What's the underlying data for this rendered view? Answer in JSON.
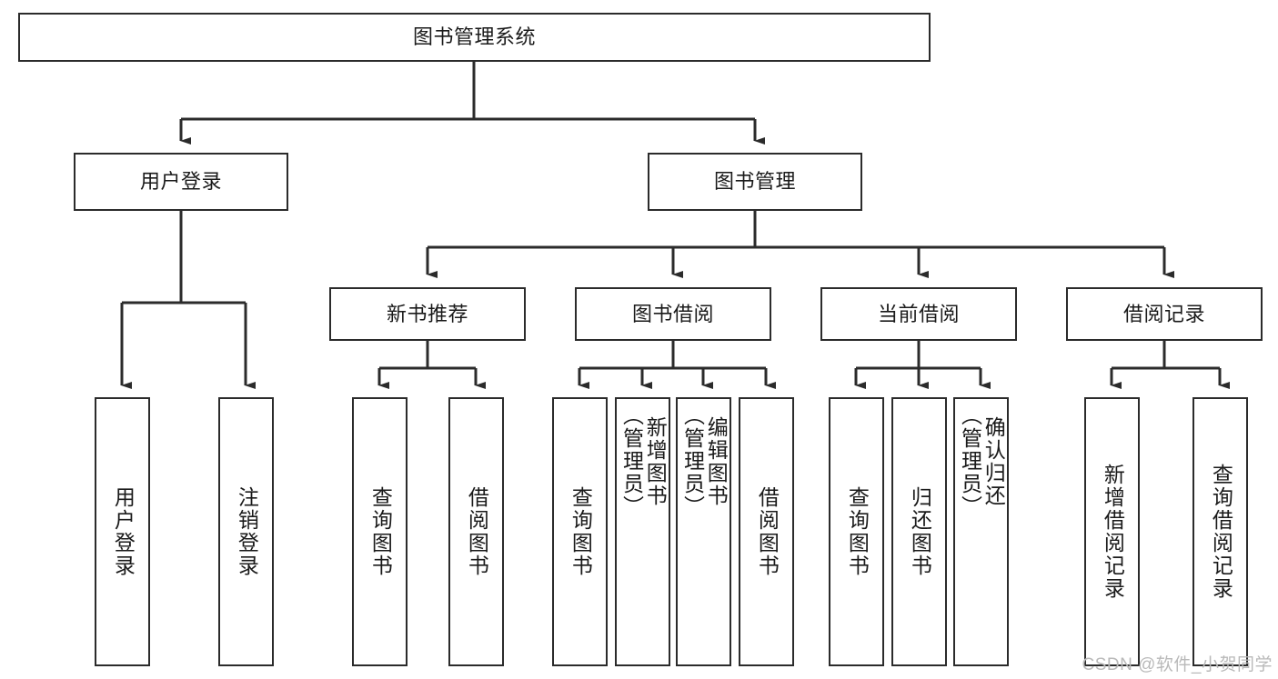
{
  "diagram": {
    "type": "tree-hierarchy-diagram",
    "title": "图书管理系统",
    "watermark": "CSDN @软件_小贺同学",
    "colors": {
      "box_border": "#2b2b2b",
      "box_fill": "#ffffff",
      "connector": "#2b2b2b",
      "text": "#1a1a1a",
      "watermark": "#b9b9b9",
      "background": "#ffffff"
    },
    "levels": {
      "root": [
        "图书管理系统"
      ],
      "level2": [
        "用户登录",
        "图书管理"
      ],
      "level3": [
        "新书推荐",
        "图书借阅",
        "当前借阅",
        "借阅记录"
      ],
      "leaves": [
        "用户登录",
        "注销登录",
        "查询图书",
        "借阅图书",
        "查询图书",
        "新增图书（管理员）",
        "编辑图书（管理员）",
        "借阅图书",
        "查询图书",
        "归还图书",
        "确认归还（管理员）",
        "新增借阅记录",
        "查询借阅记录"
      ]
    },
    "nodes": {
      "root": {
        "label": "图书管理系统"
      },
      "user_login": {
        "label": "用户登录"
      },
      "book_manage": {
        "label": "图书管理"
      },
      "new_book_rec": {
        "label": "新书推荐"
      },
      "book_borrow": {
        "label": "图书借阅"
      },
      "current_borrow": {
        "label": "当前借阅"
      },
      "borrow_record": {
        "label": "借阅记录"
      },
      "leaf_user_login": {
        "label": "用户登录"
      },
      "leaf_user_logout": {
        "label": "注销登录"
      },
      "leaf_query_book_1": {
        "label": "查询图书"
      },
      "leaf_borrow_book_1": {
        "label": "借阅图书"
      },
      "leaf_query_book_2": {
        "label": "查询图书"
      },
      "leaf_add_book": {
        "label": "新增图书\n（管理员）"
      },
      "leaf_edit_book": {
        "label": "编辑图书\n（管理员）"
      },
      "leaf_borrow_book_2": {
        "label": "借阅图书"
      },
      "leaf_query_book_3": {
        "label": "查询图书"
      },
      "leaf_return_book": {
        "label": "归还图书"
      },
      "leaf_confirm_return": {
        "label": "确认归还\n（管理员）"
      },
      "leaf_add_record": {
        "label": "新增借阅记录"
      },
      "leaf_query_record": {
        "label": "查询借阅记录"
      }
    },
    "edges": [
      {
        "from": "root",
        "to": "user_login"
      },
      {
        "from": "root",
        "to": "book_manage"
      },
      {
        "from": "user_login",
        "to": "leaf_user_login"
      },
      {
        "from": "user_login",
        "to": "leaf_user_logout"
      },
      {
        "from": "book_manage",
        "to": "new_book_rec"
      },
      {
        "from": "book_manage",
        "to": "book_borrow"
      },
      {
        "from": "book_manage",
        "to": "current_borrow"
      },
      {
        "from": "book_manage",
        "to": "borrow_record"
      },
      {
        "from": "new_book_rec",
        "to": "leaf_query_book_1"
      },
      {
        "from": "new_book_rec",
        "to": "leaf_borrow_book_1"
      },
      {
        "from": "book_borrow",
        "to": "leaf_query_book_2"
      },
      {
        "from": "book_borrow",
        "to": "leaf_add_book"
      },
      {
        "from": "book_borrow",
        "to": "leaf_edit_book"
      },
      {
        "from": "book_borrow",
        "to": "leaf_borrow_book_2"
      },
      {
        "from": "current_borrow",
        "to": "leaf_query_book_3"
      },
      {
        "from": "current_borrow",
        "to": "leaf_return_book"
      },
      {
        "from": "current_borrow",
        "to": "leaf_confirm_return"
      },
      {
        "from": "borrow_record",
        "to": "leaf_add_record"
      },
      {
        "from": "borrow_record",
        "to": "leaf_query_record"
      }
    ]
  }
}
